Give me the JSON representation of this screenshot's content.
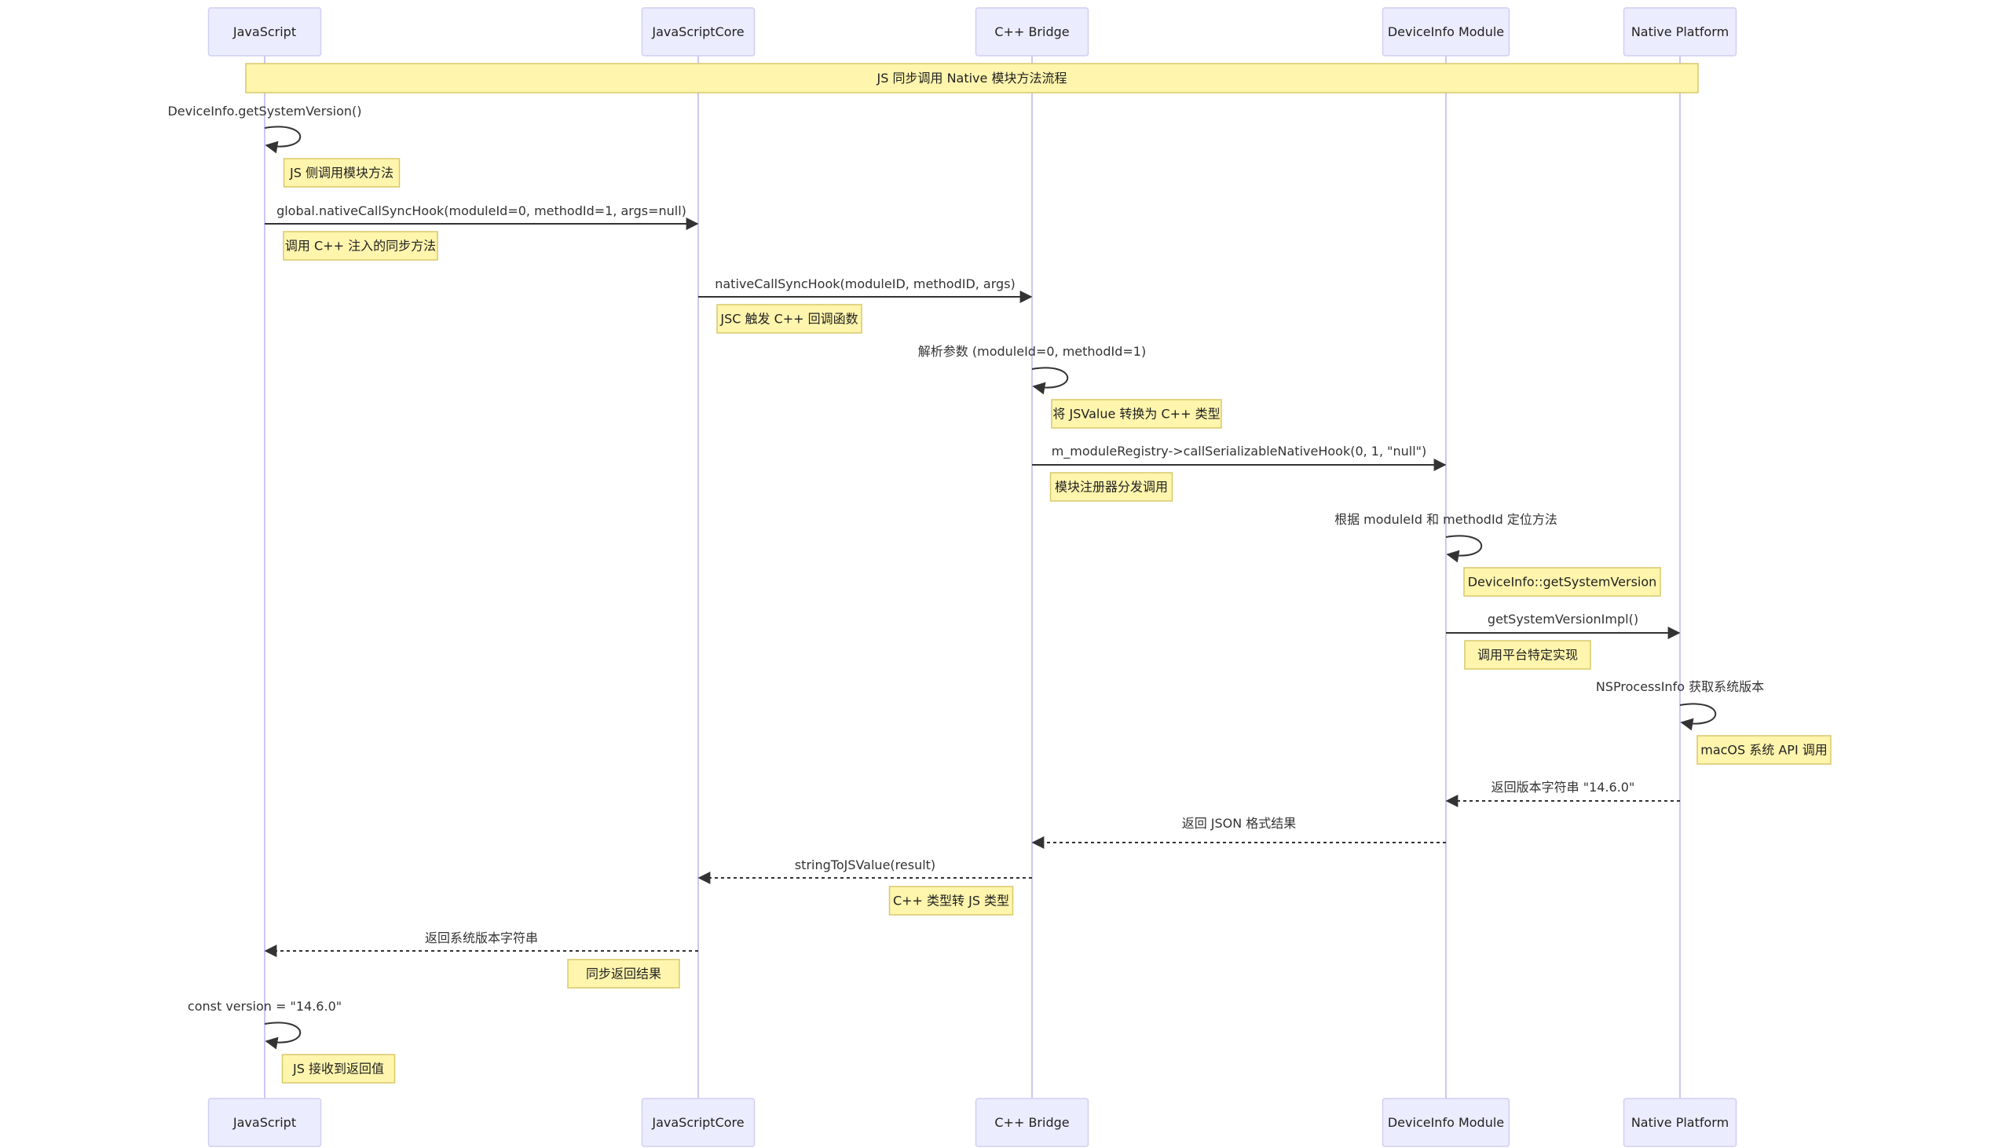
{
  "participants": [
    {
      "id": "js",
      "label": "JavaScript"
    },
    {
      "id": "jsc",
      "label": "JavaScriptCore"
    },
    {
      "id": "cpp",
      "label": "C++ Bridge"
    },
    {
      "id": "dev",
      "label": "DeviceInfo Module"
    },
    {
      "id": "nat",
      "label": "Native Platform"
    }
  ],
  "banner": {
    "text": "JS 同步调用 Native 模块方法流程",
    "from": "js",
    "to": "nat"
  },
  "steps": [
    {
      "type": "self",
      "actor": "js",
      "label": "DeviceInfo.getSystemVersion()"
    },
    {
      "type": "note",
      "actor": "js",
      "text": "JS 侧调用模块方法"
    },
    {
      "type": "msg",
      "from": "js",
      "to": "jsc",
      "style": "solid",
      "label": "global.nativeCallSyncHook(moduleId=0, methodId=1, args=null)"
    },
    {
      "type": "note",
      "actor": "js",
      "text": "调用 C++ 注入的同步方法"
    },
    {
      "type": "msg",
      "from": "jsc",
      "to": "cpp",
      "style": "solid",
      "label": "nativeCallSyncHook(moduleID, methodID, args)"
    },
    {
      "type": "note",
      "actor": "jsc",
      "text": "JSC 触发 C++ 回调函数"
    },
    {
      "type": "self",
      "actor": "cpp",
      "label": "解析参数 (moduleId=0, methodId=1)"
    },
    {
      "type": "note",
      "actor": "cpp",
      "text": "将 JSValue 转换为 C++ 类型"
    },
    {
      "type": "msg",
      "from": "cpp",
      "to": "dev",
      "style": "solid",
      "label": "m_moduleRegistry->callSerializableNativeHook(0, 1, \"null\")"
    },
    {
      "type": "note",
      "actor": "cpp",
      "text": "模块注册器分发调用"
    },
    {
      "type": "self",
      "actor": "dev",
      "label": "根据 moduleId 和 methodId 定位方法"
    },
    {
      "type": "note",
      "actor": "dev",
      "text": "DeviceInfo::getSystemVersion"
    },
    {
      "type": "msg",
      "from": "dev",
      "to": "nat",
      "style": "solid",
      "label": "getSystemVersionImpl()"
    },
    {
      "type": "note",
      "actor": "dev",
      "text": "调用平台特定实现"
    },
    {
      "type": "self",
      "actor": "nat",
      "label": "NSProcessInfo 获取系统版本"
    },
    {
      "type": "note",
      "actor": "nat",
      "text": "macOS 系统 API 调用"
    },
    {
      "type": "msg",
      "from": "nat",
      "to": "dev",
      "style": "dashed",
      "label": "返回版本字符串 \"14.6.0\""
    },
    {
      "type": "msg",
      "from": "dev",
      "to": "cpp",
      "style": "dashed",
      "label": "返回 JSON 格式结果"
    },
    {
      "type": "msg",
      "from": "cpp",
      "to": "jsc",
      "style": "dashed",
      "label": "stringToJSValue(result)"
    },
    {
      "type": "note",
      "actor": "cpp",
      "side": "left",
      "text": "C++ 类型转 JS 类型"
    },
    {
      "type": "msg",
      "from": "jsc",
      "to": "js",
      "style": "dashed",
      "label": "返回系统版本字符串"
    },
    {
      "type": "note",
      "actor": "jsc",
      "side": "left",
      "text": "同步返回结果"
    },
    {
      "type": "self",
      "actor": "js",
      "label": "const version = \"14.6.0\""
    },
    {
      "type": "note",
      "actor": "js",
      "text": "JS 接收到返回值"
    }
  ]
}
